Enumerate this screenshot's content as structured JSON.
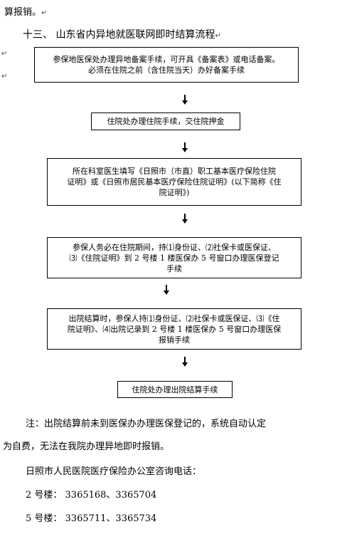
{
  "top_line": "算报销。",
  "heading": "十三、 山东省内异地就医联网即时结算流程",
  "para_marks": [
    "↵",
    "↵",
    "↵"
  ],
  "steps": [
    {
      "lines": [
        "参保地医保处办理异地备案手续，可开具《备案表》或电话备案。",
        "必须在住院之前（含住院当天）办好备案手续"
      ]
    },
    {
      "lines": [
        "住院处办理住院手续，交住院押金"
      ]
    },
    {
      "lines": [
        "所在科室医生填写《日照市（市直）职工基本医疗保险住院",
        "证明》或《日照市居民基本医疗保险住院证明》(以下简称《住",
        "院证明》)"
      ]
    },
    {
      "lines": [
        "参保人务必在住院期间，持⑴身份证、⑵社保卡或医保证、",
        "⑶《住院证明》到 2 号楼 1 楼医保办 5 号窗口办理医保登记",
        "手续"
      ]
    },
    {
      "lines": [
        "出院结算时，参保人持⑴身份证、⑵社保卡或医保证、⑶《住",
        "院证明》、⑷出院记录到 2 号楼 1 楼医保办 5 号窗口办理医保",
        "报销手续"
      ]
    },
    {
      "lines": [
        "住院处办理出院结算手续"
      ]
    }
  ],
  "note": {
    "line1": "注：出院结算前未到医保办办理医保登记的，系统自动认定",
    "line2": "为自费，无法在我院办理异地即时报销。"
  },
  "contact": {
    "title": "日照市人民医院医疗保险办公室咨询电话：",
    "b2": "2 号楼： 3365168、3365704",
    "b5": "5 号楼： 3365711、3365734"
  }
}
